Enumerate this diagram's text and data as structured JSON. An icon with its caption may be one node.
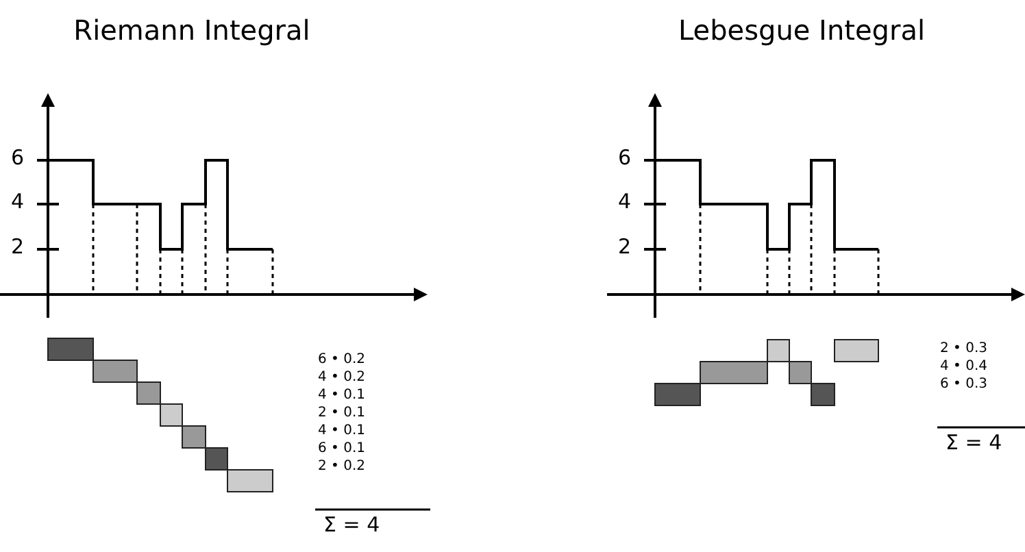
{
  "diagram": {
    "labels": [
      "Riemann Integral",
      "Lebesgue Integral",
      "6",
      "4",
      "2",
      "6",
      "4",
      "2",
      "6 • 0.2",
      "4 • 0.2",
      "4 • 0.1",
      "2 • 0.1",
      "4 • 0.1",
      "6 • 0.1",
      "2 • 0.2",
      "Σ = 4",
      "2 • 0.3",
      "4 • 0.4",
      "6 • 0.3",
      "Σ = 4"
    ]
  }
}
